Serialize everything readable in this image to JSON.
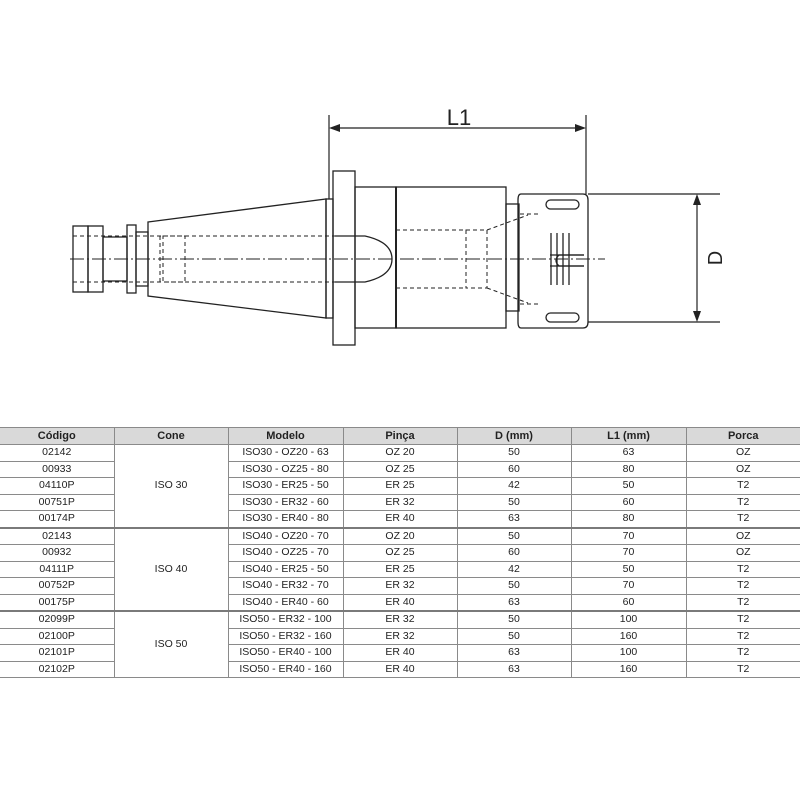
{
  "drawing": {
    "labels": {
      "length": "L1",
      "diameter": "D"
    }
  },
  "table": {
    "headers": [
      "Código",
      "Cone",
      "Modelo",
      "Pinça",
      "D (mm)",
      "L1 (mm)",
      "Porca"
    ],
    "groups": [
      {
        "cone": "ISO 30",
        "rows": [
          [
            "02142",
            "ISO30 - OZ20 - 63",
            "OZ 20",
            "50",
            "63",
            "OZ"
          ],
          [
            "00933",
            "ISO30 - OZ25 - 80",
            "OZ 25",
            "60",
            "80",
            "OZ"
          ],
          [
            "04110P",
            "ISO30 - ER25 - 50",
            "ER 25",
            "42",
            "50",
            "T2"
          ],
          [
            "00751P",
            "ISO30 - ER32 - 60",
            "ER 32",
            "50",
            "60",
            "T2"
          ],
          [
            "00174P",
            "ISO30 - ER40 - 80",
            "ER 40",
            "63",
            "80",
            "T2"
          ]
        ]
      },
      {
        "cone": "ISO 40",
        "rows": [
          [
            "02143",
            "ISO40 - OZ20 - 70",
            "OZ 20",
            "50",
            "70",
            "OZ"
          ],
          [
            "00932",
            "ISO40 - OZ25 - 70",
            "OZ 25",
            "60",
            "70",
            "OZ"
          ],
          [
            "04111P",
            "ISO40 - ER25 - 50",
            "ER 25",
            "42",
            "50",
            "T2"
          ],
          [
            "00752P",
            "ISO40 - ER32 - 70",
            "ER 32",
            "50",
            "70",
            "T2"
          ],
          [
            "00175P",
            "ISO40 - ER40 - 60",
            "ER 40",
            "63",
            "60",
            "T2"
          ]
        ]
      },
      {
        "cone": "ISO 50",
        "rows": [
          [
            "02099P",
            "ISO50 - ER32 - 100",
            "ER 32",
            "50",
            "100",
            "T2"
          ],
          [
            "02100P",
            "ISO50 - ER32 - 160",
            "ER 32",
            "50",
            "160",
            "T2"
          ],
          [
            "02101P",
            "ISO50 - ER40 - 100",
            "ER 40",
            "63",
            "100",
            "T2"
          ],
          [
            "02102P",
            "ISO50 - ER40 - 160",
            "ER 40",
            "63",
            "160",
            "T2"
          ]
        ]
      }
    ]
  },
  "colors": {
    "header_bg": "#d9d9d9",
    "grid": "#8a8a8a",
    "line": "#222222"
  }
}
